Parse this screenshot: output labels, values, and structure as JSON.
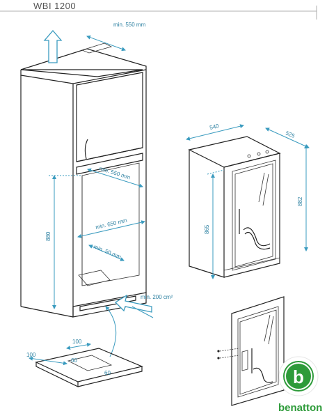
{
  "title": "WBI 1200",
  "cabinet": {
    "top_depth": "min. 550 mm",
    "opening_depth": "min. 550 mm",
    "back_depth": "min. 650 mm",
    "gap": "min. 50 mm",
    "height": "880",
    "vent_area": "min. 200 cm²"
  },
  "appliance": {
    "width": "540",
    "depth": "525",
    "height": "865",
    "height_total": "882"
  },
  "vent_plate": {
    "dim_a": "100",
    "dim_b": "100",
    "dim_c": "60",
    "dim_d": "60"
  },
  "logo": {
    "brand": "benatton",
    "letter": "b",
    "accent_color": "#2e9b3a"
  },
  "colors": {
    "dimension": "#3a9bbf",
    "outline": "#222222"
  }
}
